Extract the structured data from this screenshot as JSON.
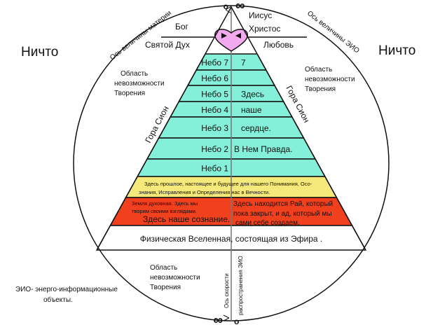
{
  "labels": {
    "nothing_left": "Ничто",
    "nothing_right": "Ничто",
    "axis_matter": "Ось величины материи",
    "axis_eio": "Ось величины ЭИО",
    "god": "Бог",
    "holy_spirit": "Святой Дух",
    "jesus_1": "Иисус",
    "jesus_2": "Христос",
    "love": "Любовь",
    "impossible_left": [
      "Область",
      "невозможности",
      "Творения"
    ],
    "impossible_right": [
      "Область",
      "невозможности",
      "Творения"
    ],
    "impossible_bottom": [
      "Область",
      "невозможности",
      "Творения"
    ],
    "mount_left": "Гора Сион",
    "mount_right": "Гора Сион",
    "eio_def": [
      "ЭИО- энерго-информационные",
      "объекты."
    ],
    "speed_axis": "Ось скорости",
    "speed_axis_2": "распространения ЭИО",
    "infinity": "∞",
    "zero": "o"
  },
  "heavens": [
    "Небо 7",
    "Небо 6",
    "Небо 5",
    "Небо 4",
    "Небо 3",
    "Небо 2",
    "Небо 1"
  ],
  "heavens_right": [
    "7",
    "",
    "Здесь",
    "наше",
    "сердце.",
    "В Нем Правда.",
    ""
  ],
  "yellow_text": [
    "Здесь прошлое, настоящее и будущее для нашего Понимания, Осо-",
    "знания, Исправления и Определения нас в Вечности."
  ],
  "red_left": [
    "Земля духовная. Здесь мы",
    "творим своими взглядами.",
    "Здесь наше сознание."
  ],
  "red_right": [
    "Здесь находится Рай, который",
    "пока закрыт, и ад, который мы",
    "сами себе создаем."
  ],
  "physical": "Физическая Вселенная, состоящая из Эфира .",
  "colors": {
    "heaven": "#84f0da",
    "yellow": "#f6e97c",
    "red": "#f0401e",
    "heart": "#f3a9ee"
  }
}
